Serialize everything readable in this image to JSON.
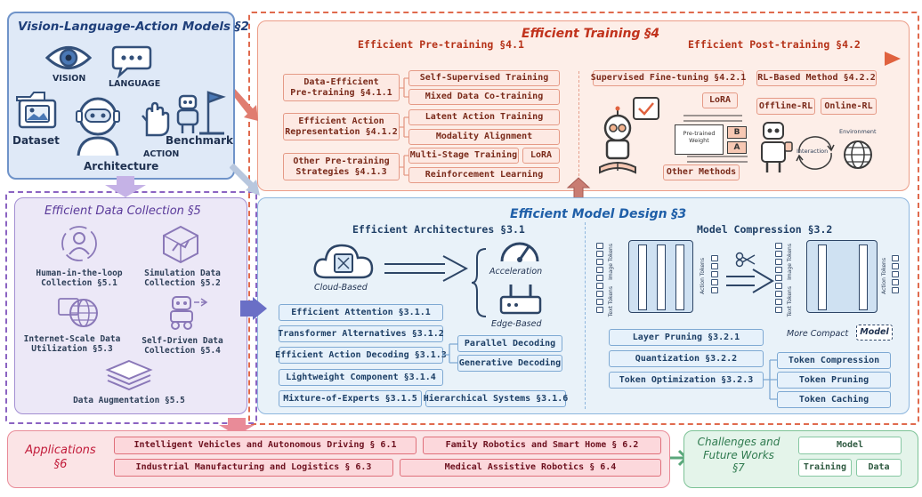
{
  "vla_panel": {
    "title": "Vision-Language-Action Models §2",
    "vision": "VISION",
    "language": "LANGUAGE",
    "action": "ACTION",
    "dataset": "Dataset",
    "architecture": "Architecture",
    "benchmark": "Benchmark"
  },
  "training_panel": {
    "title": "Efficient Training §4",
    "pretraining_title": "Efficient Pre-training §4.1",
    "posttraining_title": "Efficient Post-training §4.2",
    "groups": [
      {
        "label": "Data-Efficient\nPre-training §4.1.1",
        "items": [
          "Self-Supervised Training",
          "Mixed Data Co-training"
        ]
      },
      {
        "label": "Efficient Action\nRepresentation §4.1.2",
        "items": [
          "Latent Action Training",
          "Modality Alignment"
        ]
      },
      {
        "label": "Other Pre-training\nStrategies §4.1.3",
        "items": [
          "Multi-Stage Training",
          "LoRA",
          "Reinforcement Learning"
        ]
      }
    ],
    "sft": "Supervised Fine-tuning §4.2.1",
    "rl_method": "RL-Based Method §4.2.2",
    "lora": "LoRA",
    "offline_rl": "Offline-RL",
    "online_rl": "Online-RL",
    "pretrained_weight": "Pre-trained\nWeight",
    "matrix_a": "A",
    "matrix_b": "B",
    "other_methods": "Other Methods",
    "interaction": "Interaction",
    "environment": "Environment"
  },
  "data_panel": {
    "title": "Efficient Data Collection §5",
    "items": [
      "Human-in-the-loop\nCollection §5.1",
      "Simulation Data\nCollection §5.2",
      "Internet-Scale Data\nUtilization §5.3",
      "Self-Driven Data\nCollection §5.4",
      "Data Augmentation §5.5"
    ]
  },
  "model_panel": {
    "title": "Efficient Model Design §3",
    "arch_title": "Efficient Architectures §3.1",
    "cloud": "Cloud-Based",
    "acceleration": "Acceleration",
    "edge": "Edge-Based",
    "arch_items": [
      "Efficient Attention §3.1.1",
      "Transformer Alternatives §3.1.2",
      "Efficient Action Decoding §3.1.3",
      "Lightweight Component §3.1.4",
      "Mixture-of-Experts §3.1.5",
      "Hierarchical Systems §3.1.6"
    ],
    "decoding_items": [
      "Parallel Decoding",
      "Generative Decoding"
    ],
    "comp_title": "Model Compression §3.2",
    "image_tokens": "Image Tokens",
    "text_tokens": "Text Tokens",
    "action_tokens": "Action Tokens",
    "more_compact": "More Compact",
    "model_label": "Model",
    "comp_items": [
      "Layer Pruning §3.2.1",
      "Quantization §3.2.2",
      "Token Optimization §3.2.3"
    ],
    "token_items": [
      "Token Compression",
      "Token Pruning",
      "Token Caching"
    ]
  },
  "applications": {
    "title": "Applications\n§6",
    "items": [
      "Intelligent Vehicles and Autonomous Driving § 6.1",
      "Family Robotics and Smart Home § 6.2",
      "Industrial Manufacturing and Logistics § 6.3",
      "Medical Assistive Robotics § 6.4"
    ]
  },
  "challenges": {
    "title": "Challenges and\nFuture Works\n§7",
    "items": [
      "Model",
      "Training",
      "Data"
    ]
  },
  "colors": {
    "vla_bg": "#dfe9f7",
    "training_bg": "#fdeee8",
    "data_bg": "#ece8f7",
    "model_bg": "#e9f2f9",
    "applications_bg": "#fbe4e6",
    "challenges_bg": "#e4f4ea",
    "accent_red": "#e0623f",
    "accent_blue": "#2f67b0",
    "accent_purple": "#7b53b8"
  }
}
